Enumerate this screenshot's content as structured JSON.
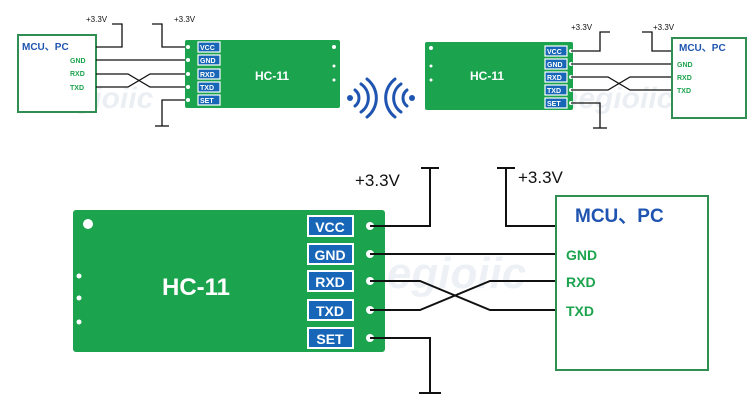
{
  "supply_label": "+3.3V",
  "module": {
    "name": "HC-11",
    "pins": [
      "VCC",
      "GND",
      "RXD",
      "TXD",
      "SET"
    ]
  },
  "host": {
    "title": "MCU、PC",
    "signals": [
      "GND",
      "RXD",
      "TXD"
    ]
  },
  "watermark_text": "hegioiic",
  "colors": {
    "board": "#1ba34d",
    "pin_label_bg": "#1766b8",
    "host_title": "#1f55b0",
    "host_signal": "#1ba34d",
    "host_border": "#2f8f52"
  },
  "icons": [
    "wireless-signal-icon",
    "wireless-signal-icon"
  ]
}
